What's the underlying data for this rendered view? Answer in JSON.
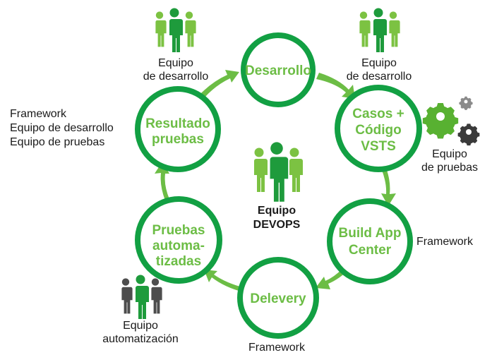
{
  "colors": {
    "ring": "#12a043",
    "arrow": "#6cbd45",
    "label": "#6cbd45",
    "person_green_dark": "#1e9b3c",
    "person_green_light": "#7cc242",
    "person_gray": "#4d4d4d",
    "gear_green": "#58b131",
    "gear_gray": "#3a3a3a"
  },
  "center": {
    "icon": "team-icon",
    "title_line1": "Equipo",
    "title_line2": "DEVOPS"
  },
  "nodes": {
    "desarrollo": {
      "line1": "Desarrollo"
    },
    "casos": {
      "line1": "Casos +",
      "line2": "Código",
      "line3": "VSTS"
    },
    "build": {
      "line1": "Build App",
      "line2": "Center"
    },
    "delevery": {
      "line1": "Delevery"
    },
    "pruebas": {
      "line1": "Pruebas",
      "line2": "automa-",
      "line3": "tizadas"
    },
    "resultado": {
      "line1": "Resultado",
      "line2": "pruebas"
    }
  },
  "annotations": {
    "dev_team_left": {
      "line1": "Equipo",
      "line2": "de desarrollo"
    },
    "dev_team_right": {
      "line1": "Equipo",
      "line2": "de desarrollo"
    },
    "test_team": {
      "line1": "Equipo",
      "line2": "de pruebas"
    },
    "build_framework": "Framework",
    "delivery_framework": "Framework",
    "automation_team": {
      "line1": "Equipo",
      "line2": "automatización"
    },
    "results_group": {
      "line1": "Framework",
      "line2": "Equipo de desarrollo",
      "line3": "Equipo de pruebas"
    }
  }
}
